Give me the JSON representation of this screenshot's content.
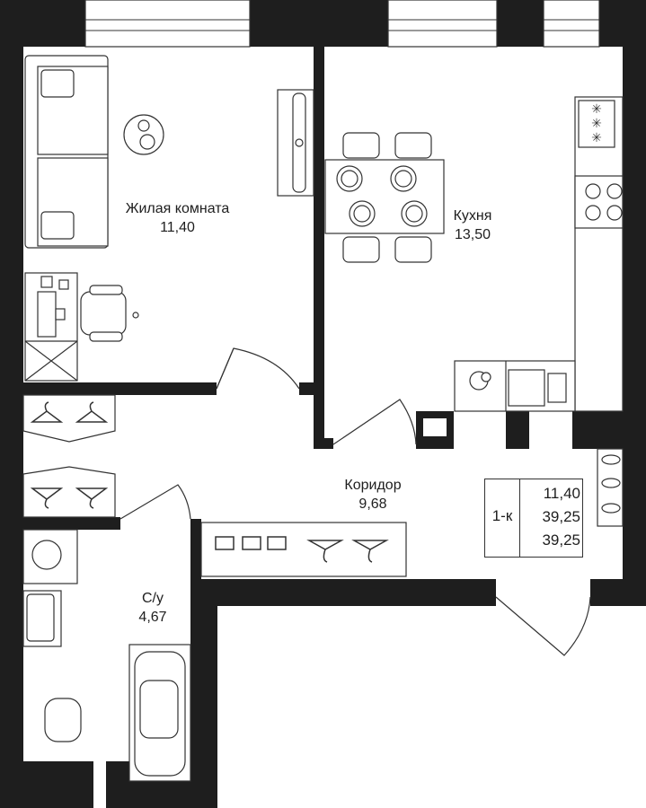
{
  "rooms": {
    "living": {
      "name": "Жилая комната",
      "area": "11,40"
    },
    "kitchen": {
      "name": "Кухня",
      "area": "13,50"
    },
    "corridor": {
      "name": "Коридор",
      "area": "9,68"
    },
    "bathroom": {
      "name": "С/у",
      "area": "4,67"
    }
  },
  "summary": {
    "type": "1-к",
    "living_area": "11,40",
    "total_area": "39,25",
    "total_area_2": "39,25"
  },
  "colors": {
    "wall": "#1e1e1e",
    "line": "#333333",
    "background": "#ffffff"
  }
}
